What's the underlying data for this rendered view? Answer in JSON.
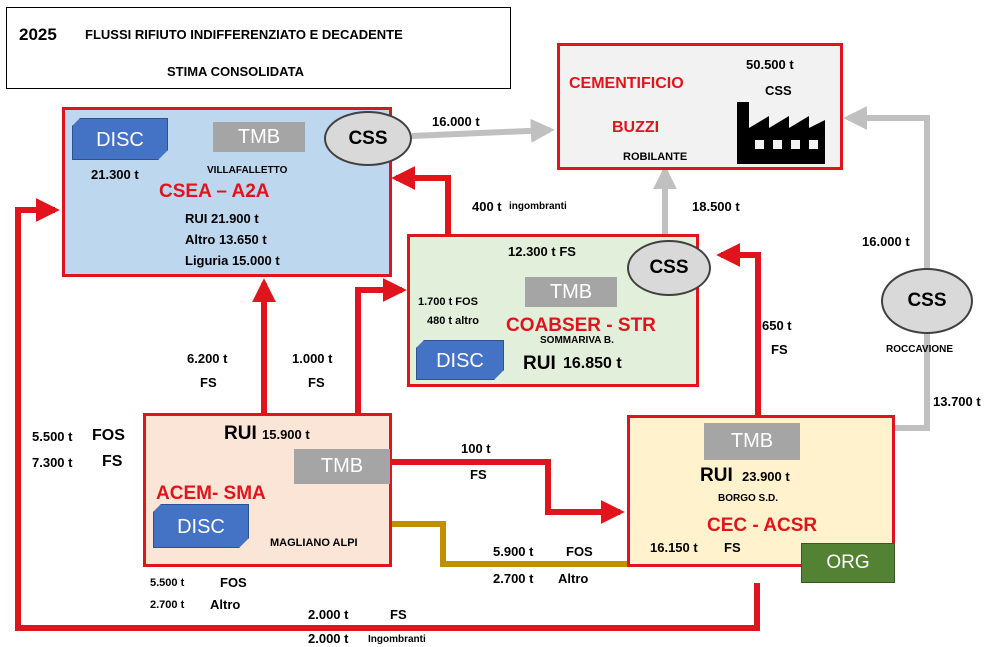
{
  "title": {
    "year": "2025",
    "line1": "FLUSSI  RIFIUTO INDIFFERENZIATO E DECADENTE",
    "line2": "STIMA CONSOLIDATA"
  },
  "cementificio": {
    "name1": "CEMENTIFICIO",
    "name2": "BUZZI",
    "place": "ROBILANTE",
    "amount": "50.500  t",
    "amount_unit": "CSS"
  },
  "csea": {
    "disc": "DISC",
    "disc_amount": "21.300 t",
    "tmb": "TMB",
    "place": "VILLAFALLETTO",
    "name": "CSEA – A2A",
    "rui": "RUI      21.900  t",
    "altro": "Altro    13.650  t",
    "liguria": "Liguria 15.000 t",
    "css": "CSS"
  },
  "coabser": {
    "fs": "12.300  t  FS",
    "tmb": "TMB",
    "fos": "1.700 t FOS",
    "altro": "480 t altro",
    "name": "COABSER - STR",
    "place": "SOMMARIVA B.",
    "disc": "DISC",
    "rui_label": "RUI",
    "rui_amount": "16.850  t",
    "css": "CSS"
  },
  "acem": {
    "rui_label": "RUI",
    "rui_amount": "15.900  t",
    "tmb": "TMB",
    "name": "ACEM- SMA",
    "disc": "DISC",
    "place": "MAGLIANO ALPI"
  },
  "cec": {
    "tmb": "TMB",
    "rui_label": "RUI",
    "rui_amount": "23.900 t",
    "place": "BORGO S.D.",
    "name": "CEC - ACSR",
    "fs_amount": "16.150 t",
    "fs_label": "FS",
    "org": "ORG"
  },
  "roccavione": {
    "css": "CSS",
    "place": "ROCCAVIONE"
  },
  "flows": {
    "csea_to_buzzi": "16.000 t",
    "coabser_to_csea_amount": "400 t",
    "coabser_to_csea_label": "ingombranti",
    "coabser_to_buzzi": "18.500 t",
    "roccavione_to_buzzi": "16.000 t",
    "cec_to_coabser_amount": "650 t",
    "cec_to_coabser_label": "FS",
    "cec_to_roccavione": "13.700 t",
    "acem_to_csea_amount": "6.200 t",
    "acem_to_csea_label": "FS",
    "acem_to_coabser_amount": "1.000 t",
    "acem_to_coabser_label": "FS",
    "acem_to_cec_amount": "100 t",
    "acem_to_cec_label": "FS",
    "left_fos_amount": "5.500 t",
    "left_fos_label": "FOS",
    "left_fs_amount": "7.300 t",
    "left_fs_label": "FS",
    "cec_to_acem_fos_amount": "5.900 t",
    "cec_to_acem_fos_label": "FOS",
    "cec_to_acem_altro_amount": "2.700 t",
    "cec_to_acem_altro_label": "Altro",
    "acem_disc_fos_amount": "5.500 t",
    "acem_disc_fos_label": "FOS",
    "acem_disc_altro_amount": "2.700 t",
    "acem_disc_altro_label": "Altro",
    "bottom_fs_amount": "2.000 t",
    "bottom_fs_label": "FS",
    "bottom_ingombranti_amount": "2.000 t",
    "bottom_ingombranti_label": "Ingombranti"
  },
  "colors": {
    "red": "#e0141c",
    "gray_arrow": "#c0c0c0",
    "gold_arrow": "#bf9000"
  }
}
